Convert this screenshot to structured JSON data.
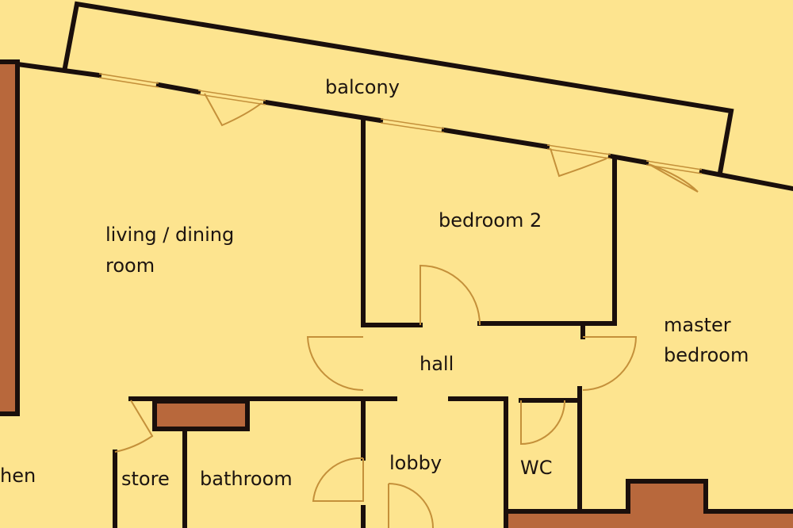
{
  "rooms": {
    "balcony": "balcony",
    "living_line1": "living / dining",
    "living_line2": "room",
    "bedroom2": "bedroom 2",
    "master_line1": "master",
    "master_line2": "bedroom",
    "hall": "hall",
    "kitchen": "hen",
    "store": "store",
    "bathroom": "bathroom",
    "lobby": "lobby",
    "wc": "WC"
  },
  "colors": {
    "background": "#fde48f",
    "wall": "#1a0f0c",
    "fixture": "#b8683c",
    "door": "#c4903a"
  }
}
